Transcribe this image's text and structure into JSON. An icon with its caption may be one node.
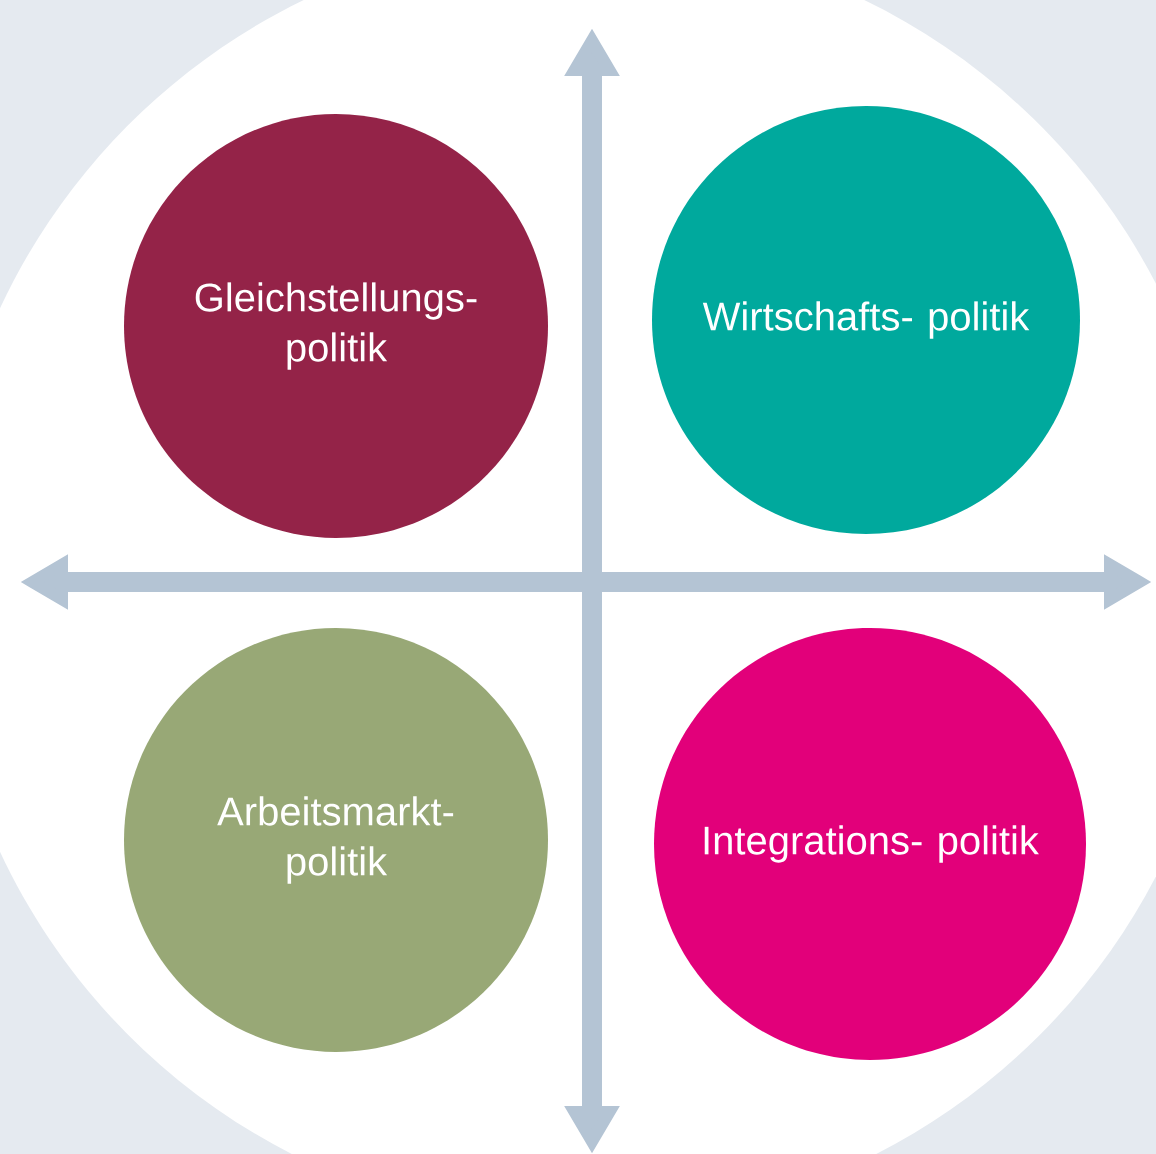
{
  "diagram": {
    "nodes": [
      {
        "text": [
          "Gleichstellungs- politik"
        ]
      },
      {
        "text": [
          "Wirtschafts- politik"
        ]
      },
      {
        "text": [
          "Arbeitsmarkt- politik"
        ]
      },
      {
        "text": [
          "Integrations- politik"
        ]
      }
    ]
  }
}
